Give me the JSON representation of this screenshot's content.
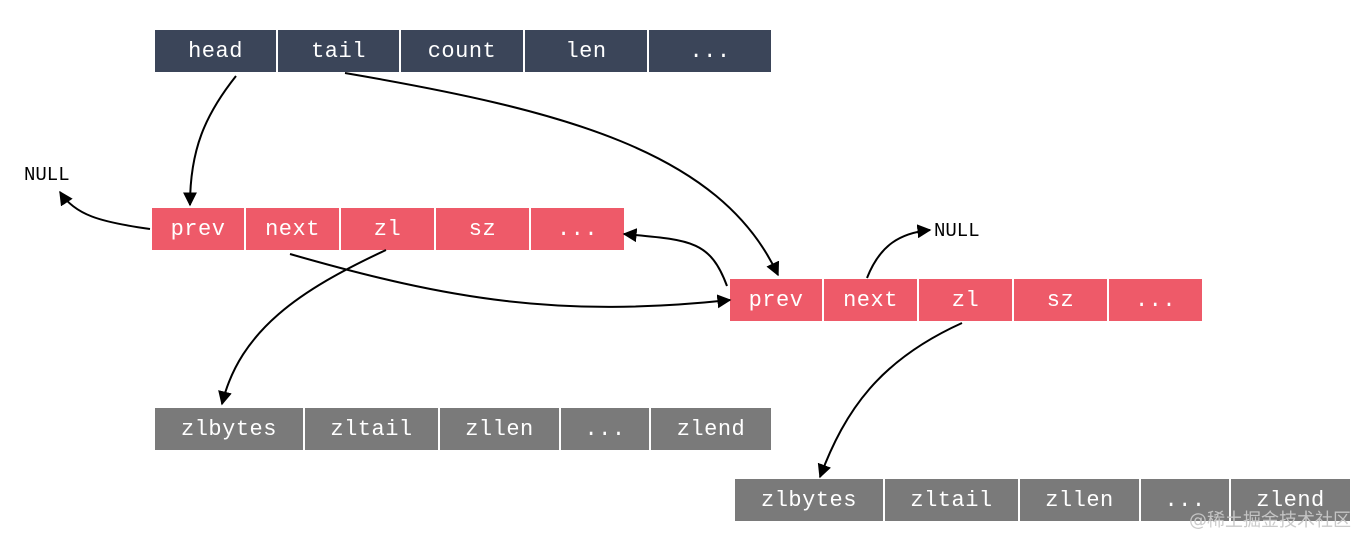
{
  "list_header": {
    "fields": [
      "head",
      "tail",
      "count",
      "len",
      "..."
    ]
  },
  "node1": {
    "fields": [
      "prev",
      "next",
      "zl",
      "sz",
      "..."
    ]
  },
  "node2": {
    "fields": [
      "prev",
      "next",
      "zl",
      "sz",
      "..."
    ]
  },
  "ziplist1": {
    "fields": [
      "zlbytes",
      "zltail",
      "zllen",
      "...",
      "zlend"
    ]
  },
  "ziplist2": {
    "fields": [
      "zlbytes",
      "zltail",
      "zllen",
      "...",
      "zlend"
    ]
  },
  "null_left": "NULL",
  "null_right": "NULL",
  "watermark": "@稀土掘金技术社区",
  "colors": {
    "header": "#3b4559",
    "node": "#ee5a69",
    "ziplist": "#7a7a7a"
  }
}
